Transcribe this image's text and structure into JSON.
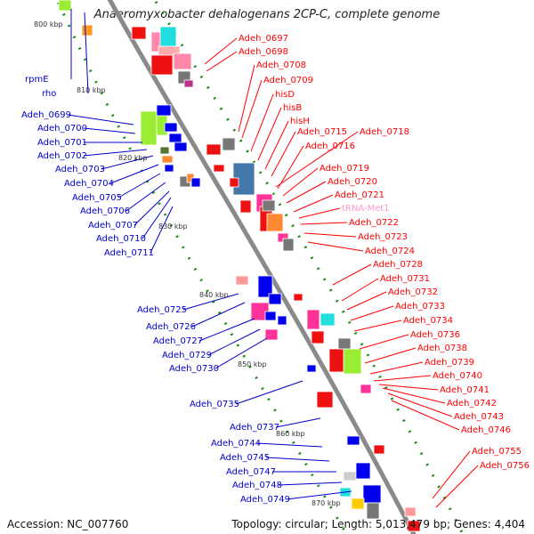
{
  "title": "Anaeromyxobacter dehalogenans 2CP-C, complete genome",
  "accession": "Accession: NC_007760",
  "topology": "Topology: circular; Length: 5,013,479 bp; Genes: 4,404",
  "colors": {
    "backbone": "#8a8a8a",
    "forward_label": "#ff0000",
    "reverse_label": "#0000cc",
    "rna_label": "#ff99cc",
    "tick": "#1a8a1a"
  },
  "kbp_labels": [
    "800 kbp",
    "810 kbp",
    "820 kbp",
    "830 kbp",
    "840 kbp",
    "850 kbp",
    "860 kbp",
    "870 kbp"
  ],
  "left_labels": [
    "rpmE",
    "rho",
    "Adeh_0699",
    "Adeh_0700",
    "Adeh_0701",
    "Adeh_0702",
    "Adeh_0703",
    "Adeh_0704",
    "Adeh_0705",
    "Adeh_0706",
    "Adeh_0707",
    "Adeh_0710",
    "Adeh_0711",
    "Adeh_0725",
    "Adeh_0726",
    "Adeh_0727",
    "Adeh_0729",
    "Adeh_0730",
    "Adeh_0735",
    "Adeh_0737",
    "Adeh_0744",
    "Adeh_0745",
    "Adeh_0747",
    "Adeh_0748",
    "Adeh_0749"
  ],
  "right_labels": [
    "Adeh_0697",
    "Adeh_0698",
    "Adeh_0708",
    "Adeh_0709",
    "hisD",
    "hisB",
    "hisH",
    "Adeh_0715",
    "Adeh_0718",
    "Adeh_0716",
    "Adeh_0719",
    "Adeh_0720",
    "Adeh_0721",
    "tRNA-Met1",
    "Adeh_0722",
    "Adeh_0723",
    "Adeh_0724",
    "Adeh_0728",
    "Adeh_0731",
    "Adeh_0732",
    "Adeh_0733",
    "Adeh_0734",
    "Adeh_0736",
    "Adeh_0738",
    "Adeh_0739",
    "Adeh_0740",
    "Adeh_0741",
    "Adeh_0742",
    "Adeh_0743",
    "Adeh_0746",
    "Adeh_0755",
    "Adeh_0756"
  ]
}
